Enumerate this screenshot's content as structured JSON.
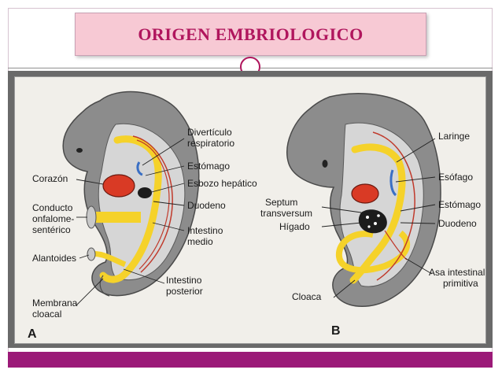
{
  "slide": {
    "title": "ORIGEN  EMBRIOLOGICO"
  },
  "figure": {
    "panel_a": {
      "letter": "A",
      "labels": {
        "diverticulo": [
          "Divertículo",
          "respiratorio"
        ],
        "estomago": "Estómago",
        "corazon": "Corazón",
        "esbozo": "Esbozo hepático",
        "conducto": [
          "Conducto",
          "onfalome-",
          "sentérico"
        ],
        "duodeno": "Duodeno",
        "intestino_medio": [
          "Intestino",
          "medio"
        ],
        "alantoides": "Alantoides",
        "intestino_posterior": [
          "Intestino",
          "posterior"
        ],
        "membrana": [
          "Membrana",
          "cloacal"
        ]
      }
    },
    "panel_b": {
      "letter": "B",
      "labels": {
        "laringe": "Laringe",
        "esofago": "Esófago",
        "estomago": "Estómago",
        "septum": [
          "Septum",
          "transversum"
        ],
        "duodeno": "Duodeno",
        "higado": "Hígado",
        "asa": [
          "Asa intestinal",
          "primitiva"
        ],
        "cloaca": "Cloaca"
      }
    }
  },
  "colors": {
    "accent": "#b0165d",
    "title_bg": "#f7c9d4",
    "bottom_bar": "#9b1a78",
    "embryo_gray": "#8c8c8c",
    "gut_yellow": "#f5d22a",
    "heart_red": "#d93a25",
    "vessel_red": "#c0392b"
  }
}
